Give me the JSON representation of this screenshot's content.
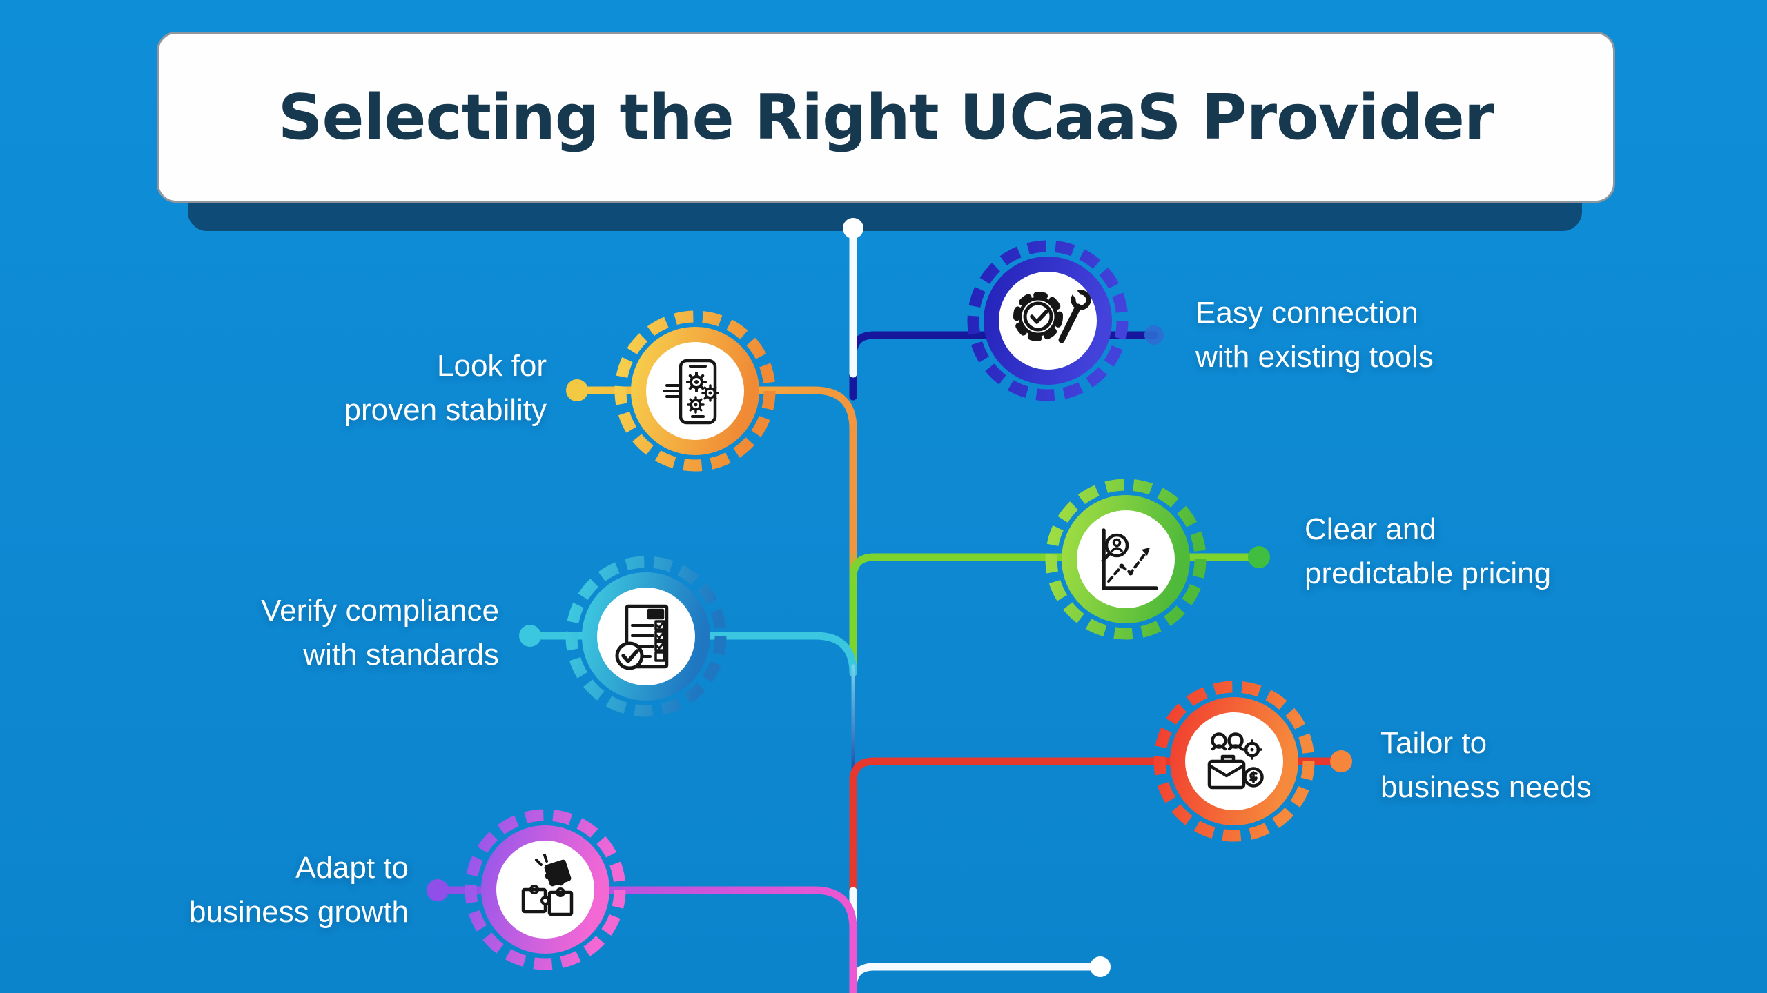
{
  "banner": {
    "title": "Selecting the Right UCaaS Provider"
  },
  "nodes": {
    "stability": {
      "label": "Look for\nproven stability",
      "side": "left",
      "icon": "phone-gears",
      "color": "#F2913D",
      "color_light": "#F6CF4A",
      "line_color": "#F2B83F",
      "dot_color": "#F3C843"
    },
    "connection": {
      "label": "Easy connection\nwith existing tools",
      "side": "right",
      "icon": "gear-wrench",
      "color": "#2222B8",
      "color_light": "#4343DC",
      "line_color": "#17179E",
      "dot_color": "#2E6BD2"
    },
    "compliance": {
      "label": "Verify compliance\nwith standards",
      "side": "left",
      "icon": "checklist",
      "color": "#1F77C2",
      "color_light": "#40CFE2",
      "line_color": "#3BC7DF",
      "dot_color": "#3BC7DF"
    },
    "pricing": {
      "label": "Clear and\npredictable pricing",
      "side": "right",
      "icon": "chart-magnifier",
      "color": "#4FB93A",
      "color_light": "#A6E044",
      "line_color": "#7ED42F",
      "dot_color": "#3FBE3F"
    },
    "growth": {
      "label": "Adapt to\nbusiness growth",
      "side": "left",
      "icon": "puzzle-pieces",
      "color": "#F468D4",
      "color_light": "#9356EC",
      "line_color": "#B14FD8",
      "dot_color": "#8F4FE8"
    },
    "tailor": {
      "label": "Tailor to\nbusiness needs",
      "side": "right",
      "icon": "briefcase-people",
      "color": "#F13A2F",
      "color_light": "#F68A3C",
      "line_color": "#E8382D",
      "dot_color": "#F5863B"
    }
  },
  "colors": {
    "background": "#0E89D3",
    "banner_background": "#FEFEFE",
    "banner_border": "#8F969D",
    "banner_shadow": "#0E4C77",
    "title_text": "#16394F",
    "label_text": "#FFFFFF",
    "trunk_white": "#F6FBFF",
    "trunk_magenta": "#EE57D2",
    "trunk_red": "#E8382D"
  }
}
